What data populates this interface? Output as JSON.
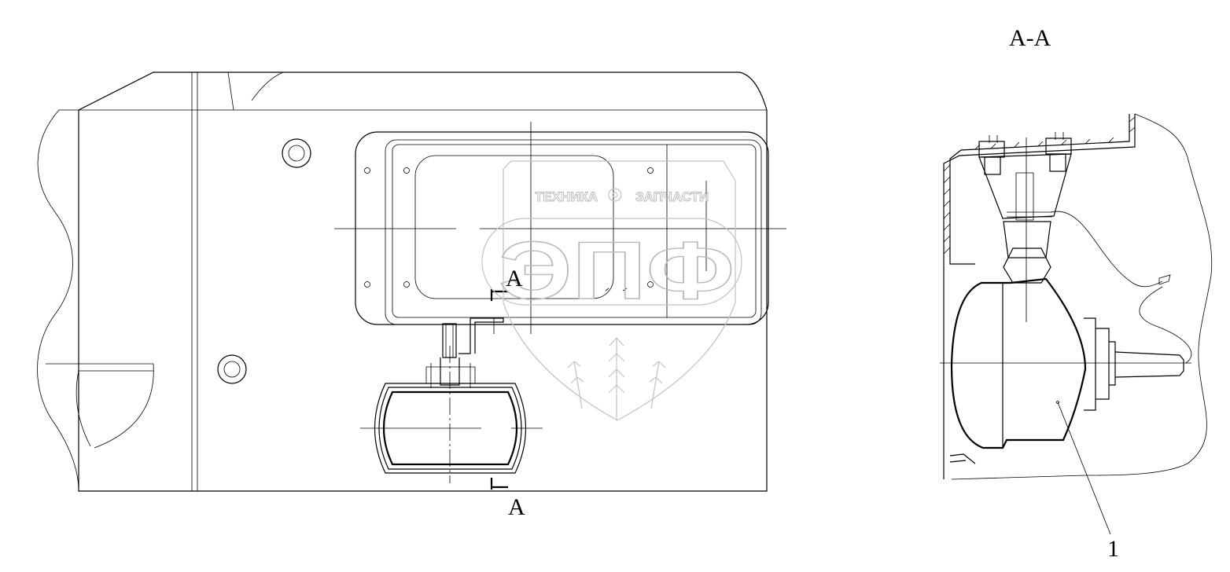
{
  "labels": {
    "section_title": "A-A",
    "section_mark_top": "A",
    "section_mark_bottom": "A",
    "callout_1": "1"
  },
  "watermark": {
    "tagline_left": "ТЕХНИКА",
    "tagline_right": "ЗАПЧАСТИ",
    "monogram": "ЭПФ"
  }
}
